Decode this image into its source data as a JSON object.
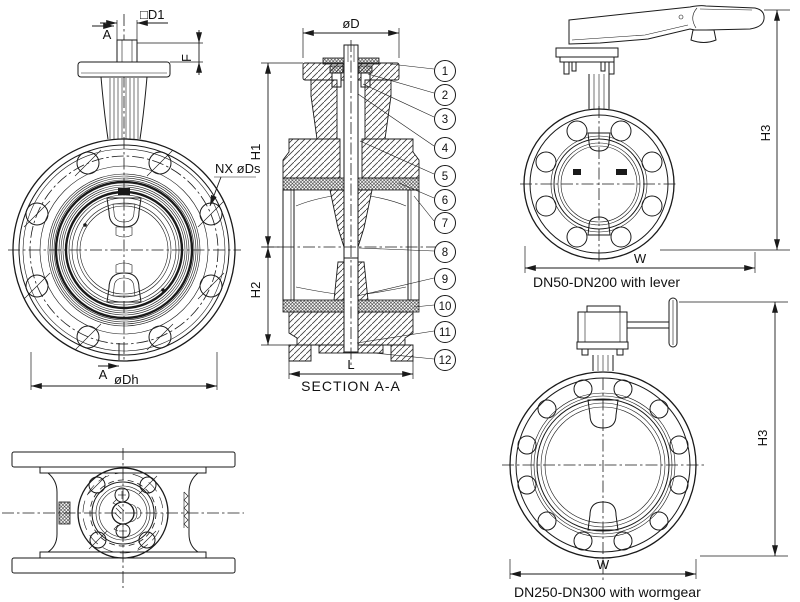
{
  "colors": {
    "line": "#1a1a1a",
    "background": "#ffffff"
  },
  "front_view": {
    "dim_square_stem": "□D1",
    "section_marker_top": "A",
    "dim_flange_thickness": "F",
    "bolt_holes_note": "NX øDs",
    "section_marker_bottom": "A",
    "dim_bolt_circle": "øDh"
  },
  "section_view": {
    "dim_top_flange_diameter": "øD",
    "dim_height_upper": "H1",
    "dim_height_lower": "H2",
    "dim_face_to_face": "L",
    "caption": "SECTION A-A",
    "callouts": [
      "1",
      "2",
      "3",
      "4",
      "5",
      "6",
      "7",
      "8",
      "9",
      "10",
      "11",
      "12"
    ]
  },
  "lever_view": {
    "dim_height": "H3",
    "dim_width": "W",
    "caption": "DN50-DN200 with lever"
  },
  "wormgear_view": {
    "dim_height": "H3",
    "dim_width": "W",
    "caption": "DN250-DN300 with wormgear"
  }
}
